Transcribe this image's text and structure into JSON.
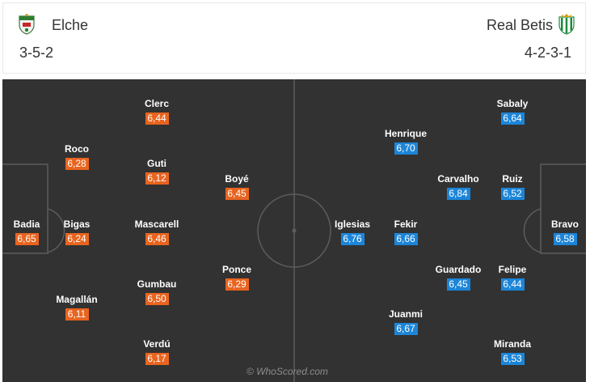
{
  "home": {
    "name": "Elche",
    "formation": "3-5-2",
    "crest": "elche-crest-icon",
    "rating_color": "#e8641f",
    "players": [
      {
        "name": "Badia",
        "rating": "6,65"
      },
      {
        "name": "Roco",
        "rating": "6,28"
      },
      {
        "name": "Bigas",
        "rating": "6,24"
      },
      {
        "name": "Magallán",
        "rating": "6,11"
      },
      {
        "name": "Clerc",
        "rating": "6,44"
      },
      {
        "name": "Guti",
        "rating": "6,12"
      },
      {
        "name": "Mascarell",
        "rating": "6,46"
      },
      {
        "name": "Gumbau",
        "rating": "6,50"
      },
      {
        "name": "Verdú",
        "rating": "6,17"
      },
      {
        "name": "Boyé",
        "rating": "6,45"
      },
      {
        "name": "Ponce",
        "rating": "6,29"
      }
    ]
  },
  "away": {
    "name": "Real Betis",
    "formation": "4-2-3-1",
    "crest": "real-betis-crest-icon",
    "rating_color": "#1c85d8",
    "players": [
      {
        "name": "Bravo",
        "rating": "6,58"
      },
      {
        "name": "Sabaly",
        "rating": "6,64"
      },
      {
        "name": "Ruiz",
        "rating": "6,52"
      },
      {
        "name": "Felipe",
        "rating": "6,44"
      },
      {
        "name": "Miranda",
        "rating": "6,53"
      },
      {
        "name": "Carvalho",
        "rating": "6,84"
      },
      {
        "name": "Guardado",
        "rating": "6,45"
      },
      {
        "name": "Henrique",
        "rating": "6,70"
      },
      {
        "name": "Fekir",
        "rating": "6,66"
      },
      {
        "name": "Juanmi",
        "rating": "6,67"
      },
      {
        "name": "Iglesias",
        "rating": "6,76"
      }
    ]
  },
  "pitch_color": "#323232",
  "watermark": "© WhoScored.com"
}
